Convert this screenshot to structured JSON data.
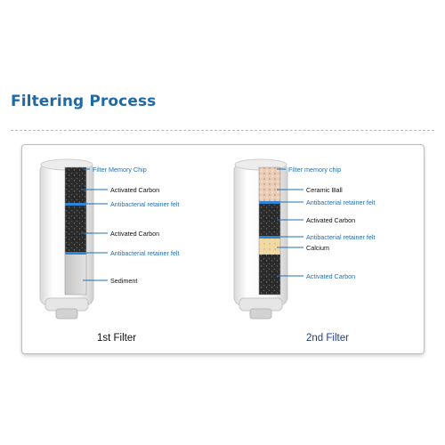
{
  "header": {
    "title": "Filtering Process"
  },
  "filters": [
    {
      "caption": "1st Filter",
      "labels": [
        "Filter Memory Chip",
        "Activated Carbon",
        "Antibacterial retainer felt",
        "Activated Carbon",
        "Antibacterial retainer felt",
        "Sediment"
      ]
    },
    {
      "caption": "2nd Filter",
      "labels": [
        "Filter memory chip",
        "Ceramic Ball",
        "Antibacterial retainer felt",
        "Activated Carbon",
        "Antibacterial retainer felt",
        "Calcium",
        "Activated Carbon"
      ]
    }
  ],
  "colors": {
    "blue_label": "#1f6fb5",
    "black_label": "#111111",
    "felt_line": "#2a86d8",
    "title": "#1d6aa5"
  }
}
